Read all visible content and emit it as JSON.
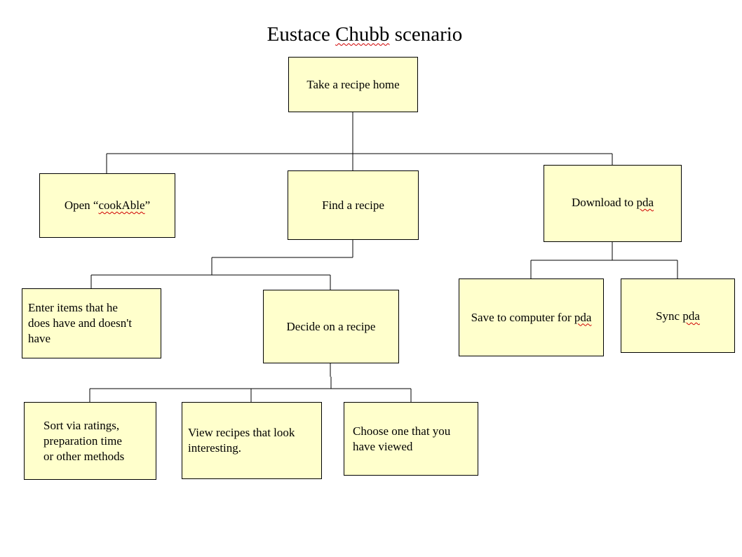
{
  "title": {
    "before": "Eustace ",
    "squiggle": "Chubb",
    "after": " scenario"
  },
  "nodes": {
    "root": {
      "text": "Take a recipe home"
    },
    "open": {
      "before": "Open “",
      "squiggle": "cookAble",
      "after": "”"
    },
    "find": {
      "text": "Find a recipe"
    },
    "download": {
      "before": "Download to ",
      "squiggle": "pda",
      "after": ""
    },
    "enter_items": {
      "text": "Enter items that he\n does have and doesn't\nhave"
    },
    "decide": {
      "text": "Decide on a recipe"
    },
    "save": {
      "before": "Save to computer for ",
      "squiggle": "pda",
      "after": ""
    },
    "sync": {
      "before": "Sync ",
      "squiggle": "pda",
      "after": ""
    },
    "sort": {
      "text": "Sort via ratings,\npreparation time\n or other methods"
    },
    "view": {
      "text": "View recipes that look\ninteresting."
    },
    "choose": {
      "text": "Choose one that you\nhave viewed"
    }
  },
  "colors": {
    "box_fill": "#ffffcc",
    "border": "#000000",
    "spellcheck": "#d00000"
  }
}
